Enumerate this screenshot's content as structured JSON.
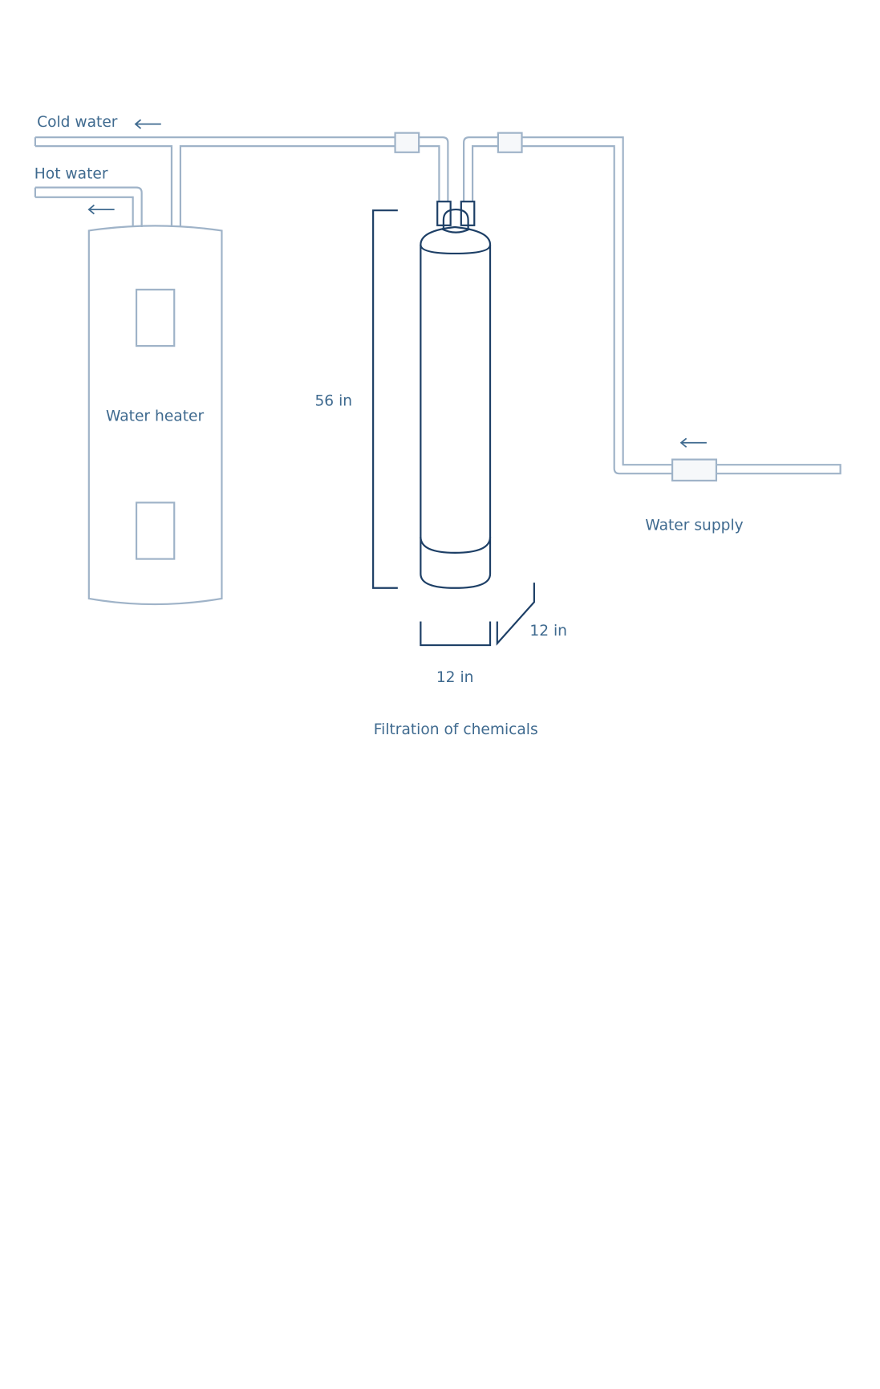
{
  "labels": {
    "cold_water": "Cold water",
    "hot_water": "Hot water",
    "water_heater": "Water heater",
    "height": "56 in",
    "depth": "12 in",
    "width": "12 in",
    "water_supply": "Water supply",
    "caption": "Filtration of chemicals"
  },
  "colors": {
    "pipe": "#9fb3c8",
    "filter": "#1d3f66",
    "text": "#3f6a8f"
  }
}
